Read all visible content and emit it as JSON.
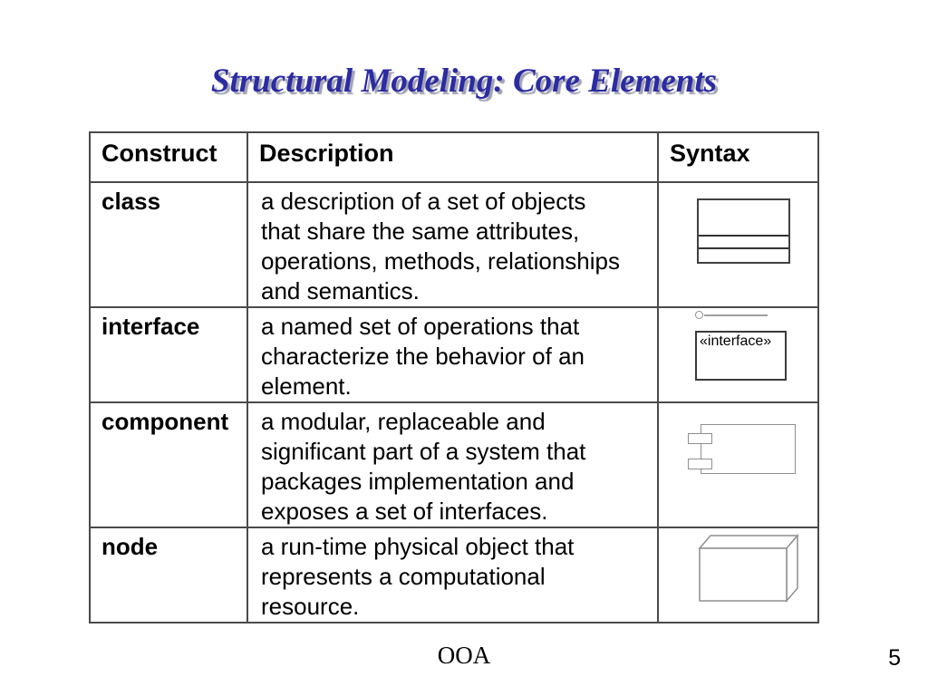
{
  "slide": {
    "title": "Structural Modeling: Core Elements",
    "footer": "OOA",
    "page_number": "5",
    "colors": {
      "background": "#FFFFFF",
      "title_text": "#2B2BA3",
      "title_shadow": "#A2A2B2",
      "body_text": "#000000",
      "table_border": "#4A4A4A",
      "diagram_gray": "#8F8F8F",
      "diagram_dark": "#3A3A3A"
    }
  },
  "table": {
    "headers": [
      "Construct",
      "Description",
      "Syntax"
    ],
    "rows": [
      {
        "construct": "class",
        "description": "a description of a set of objects that share the same attributes, operations, methods, relationships and semantics.",
        "syntax_icon": "uml-class-icon"
      },
      {
        "construct": "interface",
        "description": "a named set of operations that characterize the behavior of an element.",
        "syntax_icon": "uml-interface-icon",
        "stereotype_label": "«interface»"
      },
      {
        "construct": "component",
        "description": "a modular, replaceable and significant part of a system that packages implementation and exposes a set of interfaces.",
        "syntax_icon": "uml-component-icon"
      },
      {
        "construct": "node",
        "description": "a run-time physical object that represents a computational resource.",
        "syntax_icon": "uml-node-icon"
      }
    ]
  }
}
